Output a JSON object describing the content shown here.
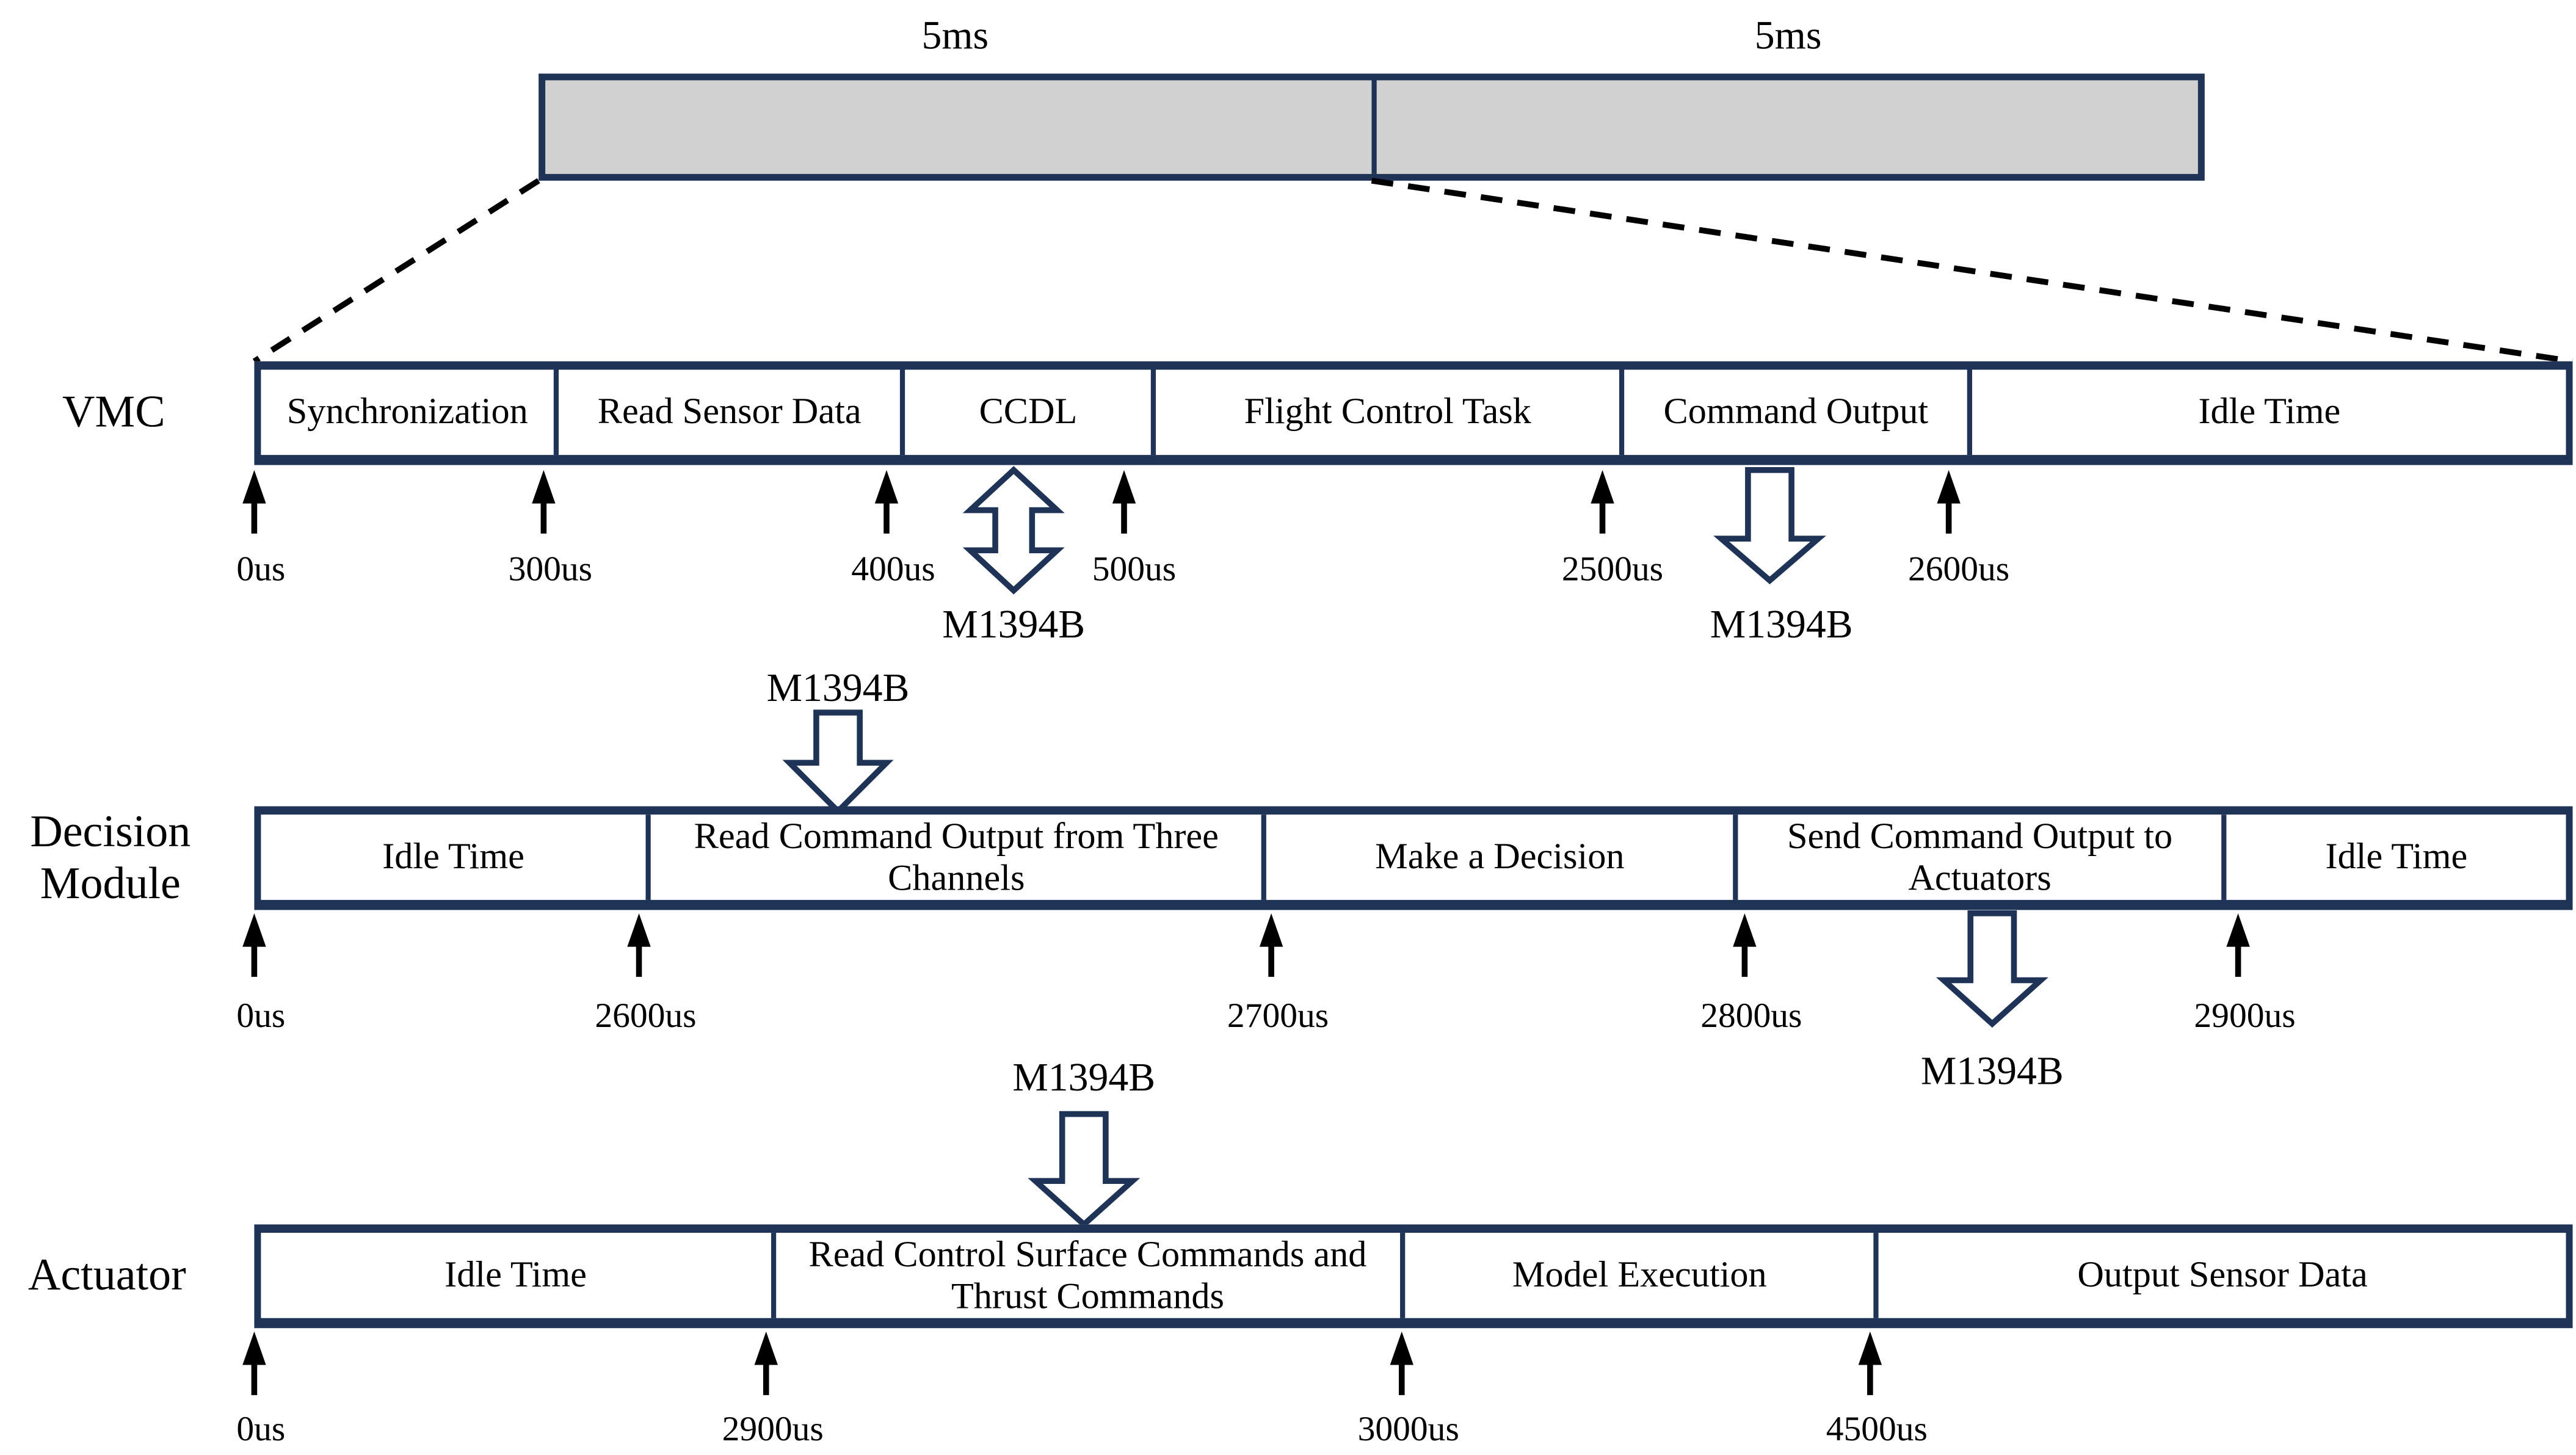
{
  "frames": [
    {
      "label": "5ms"
    },
    {
      "label": "5ms"
    }
  ],
  "rows": [
    {
      "title": "VMC",
      "segments": [
        "Synchronization",
        "Read Sensor Data",
        "CCDL",
        "Flight Control Task",
        "Command Output",
        "Idle Time"
      ],
      "ticks": [
        "0us",
        "300us",
        "400us",
        "500us",
        "2500us",
        "2600us"
      ]
    },
    {
      "title": "Decision Module",
      "segments": [
        "Idle Time",
        "Read Command Output from Three Channels",
        "Make a Decision",
        "Send Command Output to Actuators",
        "Idle Time"
      ],
      "ticks": [
        "0us",
        "2600us",
        "2700us",
        "2800us",
        "2900us"
      ]
    },
    {
      "title": "Actuator",
      "segments": [
        "Idle Time",
        "Read Control Surface Commands and Thrust Commands",
        "Model Execution",
        "Output Sensor Data"
      ],
      "ticks": [
        "0us",
        "2900us",
        "3000us",
        "4500us"
      ]
    }
  ],
  "connectors": [
    {
      "id": "vmc-ccdl-bus",
      "type": "double-arrow",
      "label": "M1394B"
    },
    {
      "id": "vmc-command-output-bus",
      "type": "down-arrow",
      "label": "M1394B"
    },
    {
      "id": "decision-read-bus",
      "type": "down-arrow",
      "label": "M1394B"
    },
    {
      "id": "decision-send-bus",
      "type": "down-arrow",
      "label": "M1394B"
    },
    {
      "id": "actuator-read-bus",
      "type": "down-arrow",
      "label": "M1394B"
    }
  ],
  "colors": {
    "outline": "#1e3355",
    "frame_fill": "#d1d1d1",
    "tick_arrow": "#000000"
  }
}
